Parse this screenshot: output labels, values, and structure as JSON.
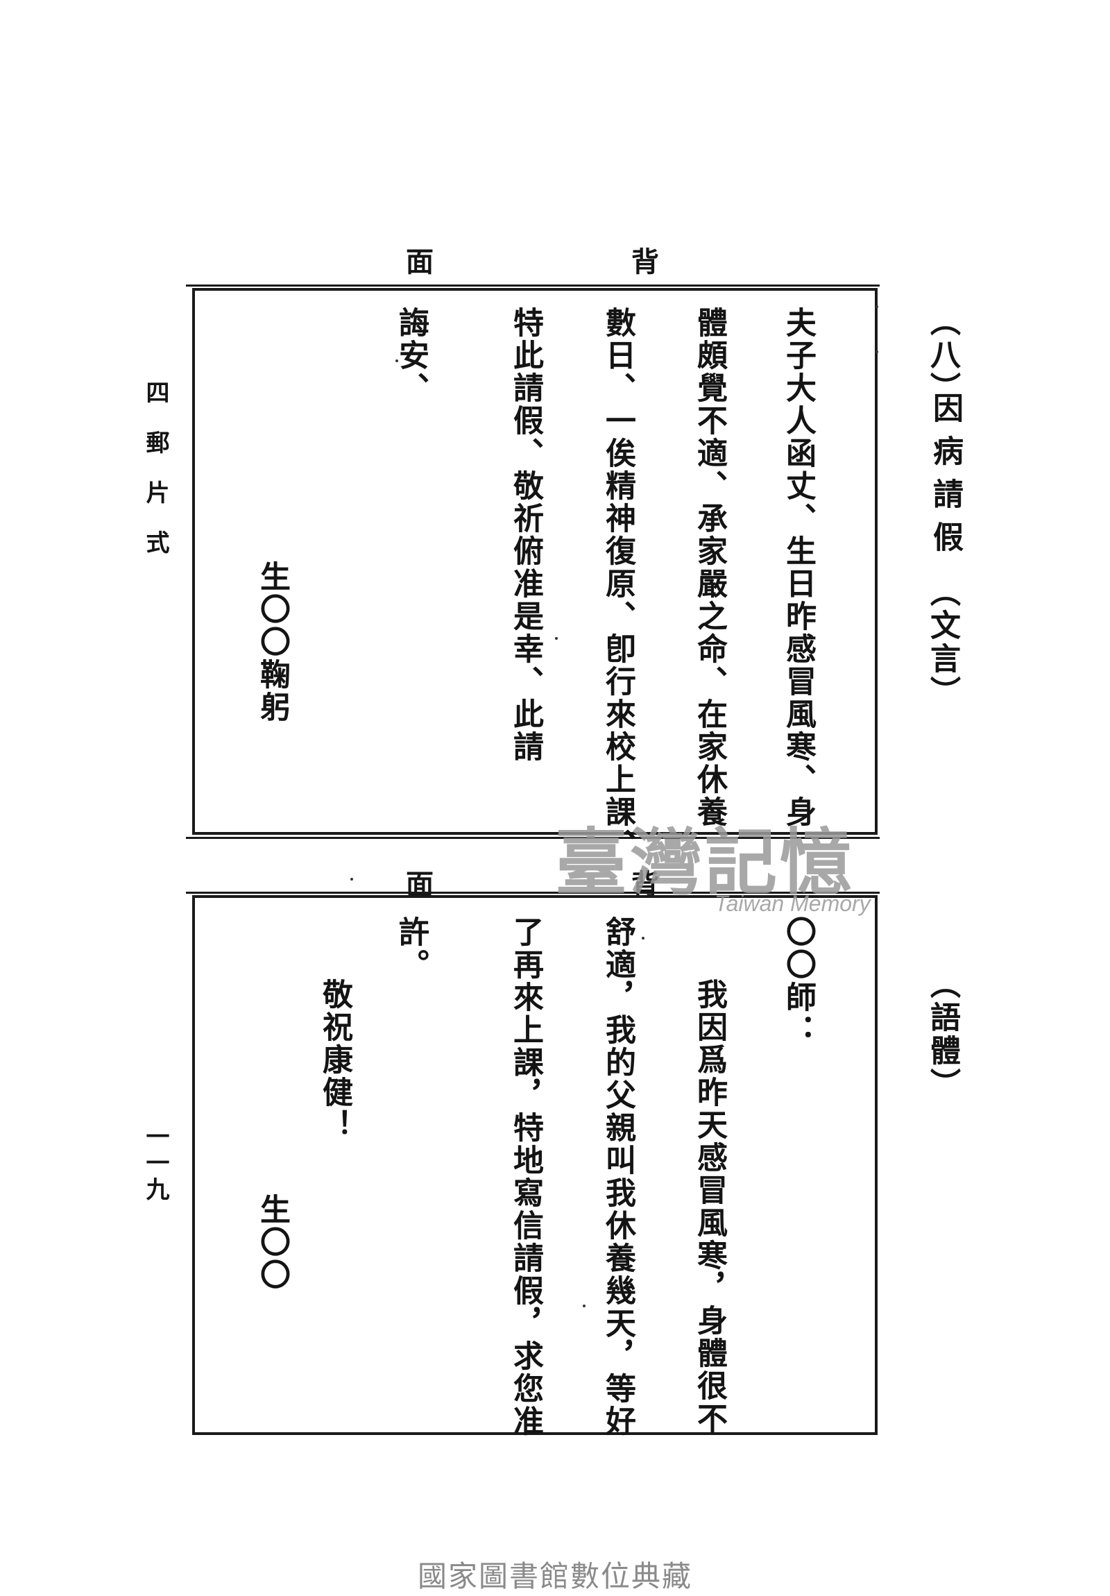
{
  "section": {
    "number": "（八）",
    "title": "因病請假",
    "classical_tag": "（文言）",
    "vernacular_tag": "（語體）"
  },
  "margin": {
    "series": "四郵片式",
    "page_number": "一一九"
  },
  "labels": {
    "top_back": "背",
    "top_face": "面",
    "bottom_back": "背",
    "bottom_face": "面"
  },
  "classical_letter": {
    "col1": "夫子大人函丈、生日昨感冒風寒、身",
    "col2": "體頗覺不適、承家嚴之命、在家休養",
    "col3": "數日、一俟精神復原、卽行來校上課、",
    "col4": "特此請假、敬祈俯准是幸、此請",
    "col5": "誨安、",
    "signature": "生〇〇鞠躬"
  },
  "vernacular_letter": {
    "col1": "〇〇師：",
    "col2": "我因爲昨天感冒風寒，身體很不",
    "col3": "舒適，我的父親叫我休養幾天，等好",
    "col4": "了再來上課，特地寫信請假，求您准",
    "col5": "許。",
    "closing": "敬祝康健！",
    "signature": "生〇〇"
  },
  "watermark": {
    "main": "臺灣記憶",
    "sub": "Taiwan Memory"
  },
  "footer": "國家圖書館數位典藏"
}
